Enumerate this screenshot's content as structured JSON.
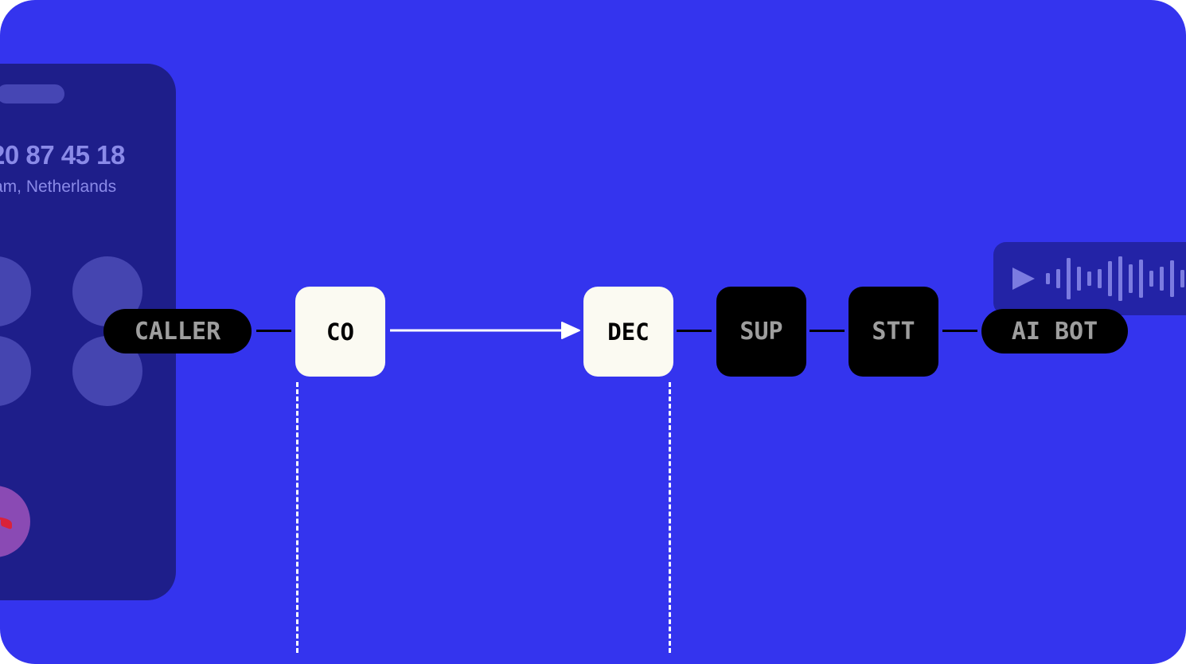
{
  "phone": {
    "number": "20 87 45 18",
    "location": "am, Netherlands"
  },
  "pipeline": {
    "caller": "CALLER",
    "co": "CO",
    "dec": "DEC",
    "sup": "SUP",
    "stt": "STT",
    "ai_bot": "AI BOT"
  },
  "icons": {
    "hangup": "phone-hangup-icon",
    "play": "play-icon",
    "waveform": "waveform-icon"
  },
  "colors": {
    "background": "#3434ee",
    "phone_panel": "#1e1e8a",
    "light_node": "#fbfaf2",
    "dark_node": "#000000",
    "hangup": "#8a4ab4"
  }
}
